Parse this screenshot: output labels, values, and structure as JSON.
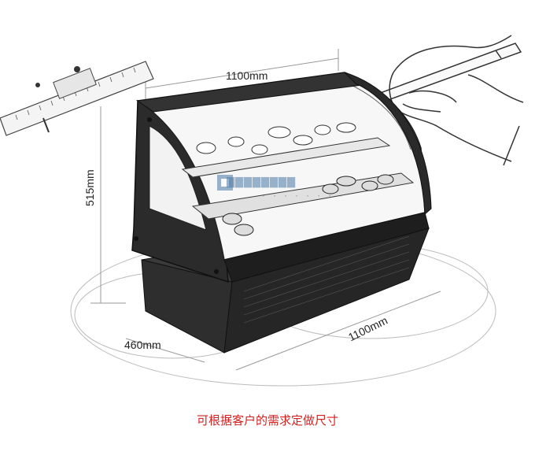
{
  "dimensions": {
    "width_top": "1100mm",
    "height": "515mm",
    "depth": "460mm",
    "width_bottom": "1100mm"
  },
  "caption": "可根据客户的需求定做尺寸",
  "colors": {
    "caption": "#d81e1e",
    "sketch_line": "#222222",
    "cabinet_dark": "#2a2a2a",
    "watermark": "#4a78a8"
  },
  "icons": [
    "vernier-caliper-icon",
    "hand-with-pencil-icon",
    "watermark-logo-icon"
  ]
}
